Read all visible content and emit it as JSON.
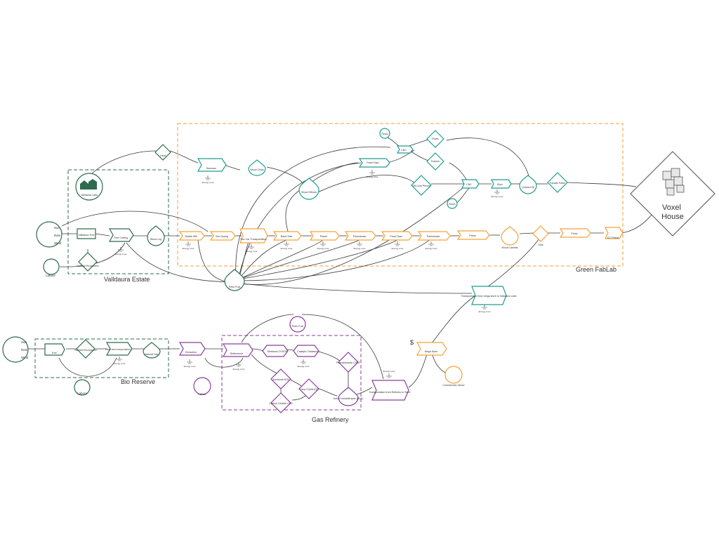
{
  "colors": {
    "estate": "#2e6b4f",
    "fablab": "#f2a23a",
    "fablab_teal": "#1f9e8f",
    "refinery": "#8a3d9e",
    "line": "#3a3a3a"
  },
  "regions": {
    "valldaura": "Valldaura Estate",
    "fablab": "Green FabLab",
    "bioreserve": "Bio Reserve",
    "refinery": "Gas Refinery"
  },
  "voxel_house": "Voxel\nHouse",
  "energy_loss": "Energy Loss",
  "inputs": {
    "sun": "Sun",
    "rain": "Rain",
    "wind": "Wind",
    "labour": "Labour",
    "currency": "$"
  },
  "nodes": {
    "heat": "Heat",
    "valldaura_labs": "Valldaura Labs",
    "valldaura_tree": "Valldaura Tree",
    "nutrient_ecosystem": "Nutrient Ecosystem",
    "tree_cutting": "Tree Cutting",
    "wood_log": "Wood Log",
    "biomass": "Biomass",
    "wood_chips": "Wood Chips",
    "wood_offcuts": "Wood Offcuts",
    "panel_saw_top": "Panel Saw",
    "cnc_top": "CNC",
    "cnc_mid": "CNC",
    "resin_top": "Resin",
    "resin_mid": "Resin",
    "pixels": "Pixels",
    "frames": "Frames",
    "offcuts_pieces": "Off-Cuts Pieces",
    "burn": "Burn",
    "linseed_oil": "Linseed Oil",
    "facade_panel": "Facade Panel",
    "mobile_mill": "Mobile Mill",
    "sun_drying": "Sun Drying",
    "boxcar_transport": "Box Car Transportation",
    "band_saw": "Band Saw",
    "planer": "Planer",
    "thicknesser1": "Thicknesser",
    "panel_saw": "Panel Saw",
    "thicknesser2": "Thicknesser",
    "press1": "Press",
    "wood_lamella": "Wood Lamella",
    "glue": "Glue",
    "press2": "Press",
    "clt_panel": "CLT Panel",
    "petro_fuel": "Petro Fuel",
    "transport_mega": "Transportation from mega store to Valldaura Labs",
    "tree2": "Tree",
    "nutrient_eco2": "Nutrient Ecosystem",
    "heat_compression": "Heat and compression",
    "natural_gas": "Natural Gas",
    "extraction": "Extraction",
    "labour_ref": "Labour",
    "refinement": "Refinement",
    "petro_fuel2": "Petro Fuel",
    "methanol": "Methanol CH3OH",
    "catalytic_oxidation": "Catalytic Oxidation",
    "formaldehyde": "Formaldehyde CH2O",
    "ammonia": "Ammonia NH3",
    "urea": "Urea CO(NH2)2",
    "urea_formaldehyde": "Urea-Formaldehyde (Glue)",
    "carbon_dioxide": "Carbon Dioxide CO2",
    "transport_refinery": "Transportation from Refinery to Store",
    "mega_store": "Mega Store",
    "commercial_labour": "Commercial Labour"
  }
}
